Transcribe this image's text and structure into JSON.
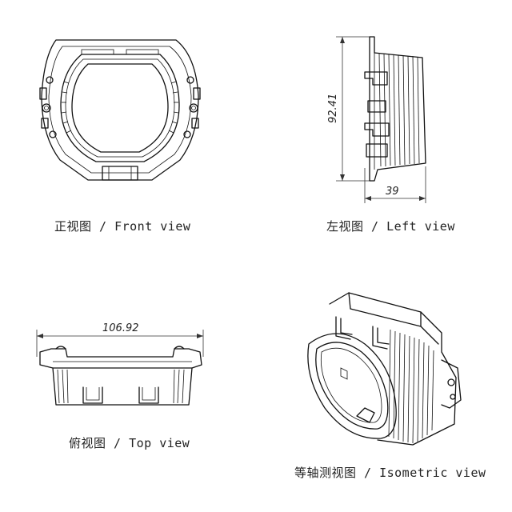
{
  "views": {
    "front": {
      "caption": "正视图 / Front view"
    },
    "left": {
      "caption": "左视图 / Left view",
      "dim_height": "92.41",
      "dim_depth": "39"
    },
    "top": {
      "caption": "俯视图 / Top view",
      "dim_width": "106.92"
    },
    "iso": {
      "caption": "等轴测视图 / Isometric view"
    }
  }
}
